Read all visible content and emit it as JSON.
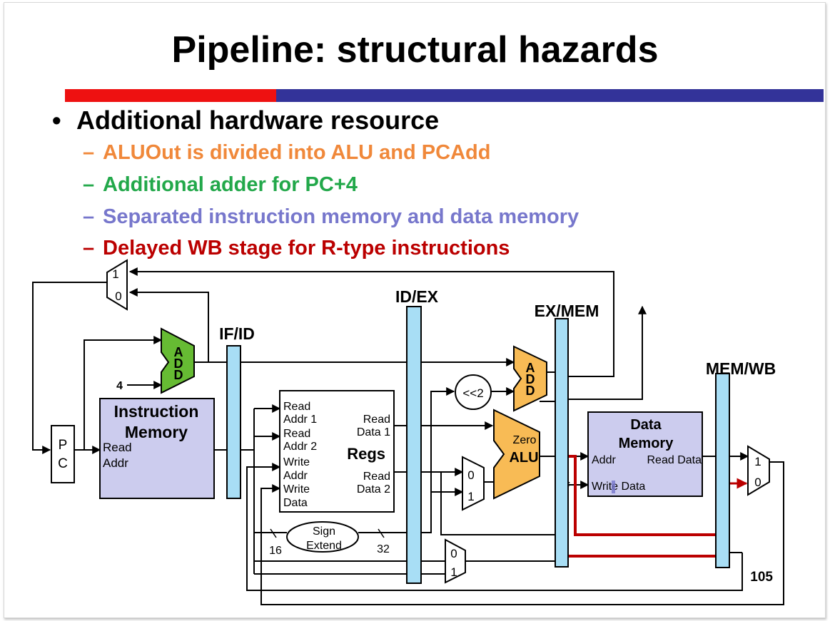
{
  "slide": {
    "title": "Pipeline: structural hazards",
    "page_number": "105",
    "accent_colors": {
      "red": "#ee1111",
      "blue": "#333399"
    }
  },
  "bullets": {
    "main": "Additional hardware resource",
    "items": [
      {
        "text": "ALUOut is divided into ALU and PCAdd",
        "color": "#f0883a"
      },
      {
        "text": "Additional adder for PC+4",
        "color": "#22a84a"
      },
      {
        "text": "Separated instruction memory and data memory",
        "color": "#7777cc"
      },
      {
        "text": "Delayed WB stage for R-type instructions",
        "color": "#bb0000"
      }
    ]
  },
  "diagram": {
    "pipeline_registers": {
      "if_id": "IF/ID",
      "id_ex": "ID/EX",
      "ex_mem": "EX/MEM",
      "mem_wb": "MEM/WB"
    },
    "pc": {
      "line1": "P",
      "line2": "C"
    },
    "instruction_memory": {
      "title_line1": "Instruction",
      "title_line2": "Memory",
      "port_line1": "Read",
      "port_line2": "Addr"
    },
    "add_label": {
      "a": "A",
      "d1": "D",
      "d2": "D"
    },
    "const_four": "4",
    "regs": {
      "title": "Regs",
      "read_addr1": [
        "Read",
        "Addr 1"
      ],
      "read_addr2": [
        "Read",
        "Addr 2"
      ],
      "write_addr": [
        "Write",
        "Addr"
      ],
      "write_data": [
        "Write",
        "Data"
      ],
      "read_data1": [
        "Read",
        "Data 1"
      ],
      "read_data2": [
        "Read",
        "Data 2"
      ]
    },
    "sign_extend": {
      "line1": "Sign",
      "line2": "Extend",
      "in_bits": "16",
      "out_bits": "32"
    },
    "shift_left": "<<2",
    "alu": {
      "zero": "Zero",
      "name": "ALU"
    },
    "data_memory": {
      "title_line1": "Data",
      "title_line2": "Memory",
      "addr": "Addr",
      "read_data": "Read Data",
      "write_data": "Write Data"
    },
    "mux_labels": {
      "one": "1",
      "zero": "0"
    },
    "colors": {
      "pipeline_register": "#a8def5",
      "memory_block": "#ccccee",
      "add_green": "#66bb33",
      "add_orange": "#f8bb55",
      "highlight_path": "#bb0000"
    }
  }
}
